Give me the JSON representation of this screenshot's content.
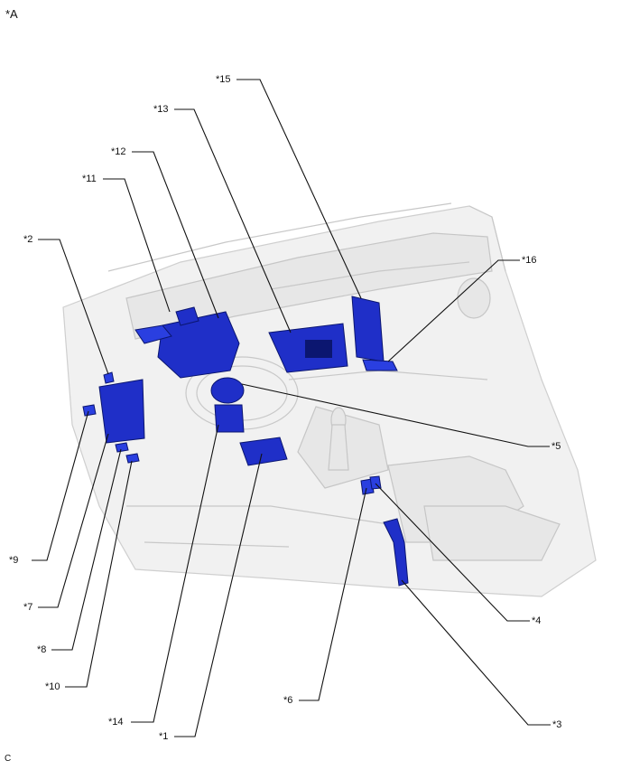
{
  "view_label": "*A",
  "corner_code": "C",
  "callouts": [
    {
      "id": "c15",
      "text": "*15"
    },
    {
      "id": "c13",
      "text": "*13"
    },
    {
      "id": "c12",
      "text": "*12"
    },
    {
      "id": "c11",
      "text": "*11"
    },
    {
      "id": "c2",
      "text": "*2"
    },
    {
      "id": "c16",
      "text": "*16"
    },
    {
      "id": "c5",
      "text": "*5"
    },
    {
      "id": "c9",
      "text": "*9"
    },
    {
      "id": "c7",
      "text": "*7"
    },
    {
      "id": "c4",
      "text": "*4"
    },
    {
      "id": "c8",
      "text": "*8"
    },
    {
      "id": "c10",
      "text": "*10"
    },
    {
      "id": "c6",
      "text": "*6"
    },
    {
      "id": "c14",
      "text": "*14"
    },
    {
      "id": "c1",
      "text": "*1"
    },
    {
      "id": "c3",
      "text": "*3"
    }
  ]
}
